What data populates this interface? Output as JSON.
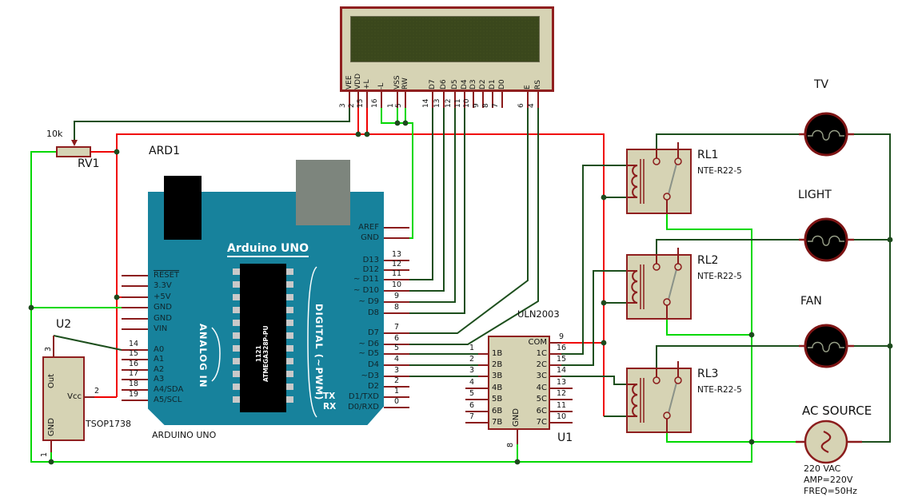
{
  "rv1": {
    "ref": "RV1",
    "value": "10k"
  },
  "lcd": {
    "pins": [
      {
        "n": "VEE",
        "num": "3"
      },
      {
        "n": "VDD",
        "num": "2"
      },
      {
        "n": "+L",
        "num": "15"
      },
      {
        "n": "-L",
        "num": "16"
      },
      {
        "n": "VSS",
        "num": "1"
      },
      {
        "n": "RW",
        "num": "5"
      },
      {
        "n": "D7",
        "num": "14"
      },
      {
        "n": "D6",
        "num": "13"
      },
      {
        "n": "D5",
        "num": "12"
      },
      {
        "n": "D4",
        "num": "11"
      },
      {
        "n": "D3",
        "num": "10"
      },
      {
        "n": "D2",
        "num": "9"
      },
      {
        "n": "D1",
        "num": "8"
      },
      {
        "n": "D0",
        "num": "7"
      },
      {
        "n": "E",
        "num": "6"
      },
      {
        "n": "RS",
        "num": "4"
      }
    ]
  },
  "arduino": {
    "ref": "ARD1",
    "title": "Arduino UNO",
    "footer": "ARDUINO UNO",
    "chip_line1": "1121",
    "chip_line2": "ATMEGA328P-PU",
    "analog": "ANALOG IN",
    "digital": "DIGITAL (~PWM)",
    "tx": "TX",
    "rx": "RX",
    "left_pins": [
      {
        "n": "RESET"
      },
      {
        "n": "3.3V"
      },
      {
        "n": "+5V"
      },
      {
        "n": "GND"
      },
      {
        "n": "GND"
      },
      {
        "n": "VIN"
      },
      {
        "n": "A0",
        "num": "14"
      },
      {
        "n": "A1",
        "num": "15"
      },
      {
        "n": "A2",
        "num": "16"
      },
      {
        "n": "A3",
        "num": "17"
      },
      {
        "n": "A4/SDA",
        "num": "18"
      },
      {
        "n": "A5/SCL",
        "num": "19"
      }
    ],
    "right_pins": [
      {
        "n": "AREF"
      },
      {
        "n": "GND"
      },
      {
        "n": "D13",
        "num": "13"
      },
      {
        "n": "D12",
        "num": "12"
      },
      {
        "n": "~ D11",
        "num": "11"
      },
      {
        "n": "~ D10",
        "num": "10"
      },
      {
        "n": "~ D9",
        "num": "9"
      },
      {
        "n": "D8",
        "num": "8"
      },
      {
        "n": "D7",
        "num": "7"
      },
      {
        "n": "~ D6",
        "num": "6"
      },
      {
        "n": "~ D5",
        "num": "5"
      },
      {
        "n": "D4",
        "num": "4"
      },
      {
        "n": "~D3",
        "num": "3"
      },
      {
        "n": "D2",
        "num": "2"
      },
      {
        "n": "D1/TXD",
        "num": "1"
      },
      {
        "n": "D0/RXD",
        "num": "0"
      }
    ]
  },
  "uln": {
    "ref": "U1",
    "part": "ULN2003",
    "left": [
      {
        "n": "1B",
        "num": "1"
      },
      {
        "n": "2B",
        "num": "2"
      },
      {
        "n": "3B",
        "num": "3"
      },
      {
        "n": "4B",
        "num": "4"
      },
      {
        "n": "5B",
        "num": "5"
      },
      {
        "n": "6B",
        "num": "6"
      },
      {
        "n": "7B",
        "num": "7"
      }
    ],
    "right": [
      {
        "n": "COM",
        "num": "9"
      },
      {
        "n": "1C",
        "num": "16"
      },
      {
        "n": "2C",
        "num": "15"
      },
      {
        "n": "3C",
        "num": "14"
      },
      {
        "n": "4C",
        "num": "13"
      },
      {
        "n": "5C",
        "num": "12"
      },
      {
        "n": "6C",
        "num": "11"
      },
      {
        "n": "7C",
        "num": "10"
      }
    ],
    "gnd": {
      "n": "GND",
      "num": "8"
    }
  },
  "tsop": {
    "ref": "U2",
    "part": "TSOP1738",
    "out": {
      "n": "Out",
      "num": "3"
    },
    "vcc": {
      "n": "Vcc",
      "num": "2"
    },
    "gnd": {
      "n": "GND",
      "num": "1"
    }
  },
  "relays": [
    {
      "ref": "RL1",
      "part": "NTE-R22-5"
    },
    {
      "ref": "RL2",
      "part": "NTE-R22-5"
    },
    {
      "ref": "RL3",
      "part": "NTE-R22-5"
    }
  ],
  "loads": [
    {
      "label": "TV"
    },
    {
      "label": "LIGHT"
    },
    {
      "label": "FAN"
    }
  ],
  "ac": {
    "label": "AC SOURCE",
    "specs": [
      "220 VAC",
      "AMP=220V",
      "FREQ=50Hz"
    ]
  },
  "colors": {
    "wire_green": "#00d800",
    "wire_dark": "#1d4f1d",
    "wire_red": "#f00000",
    "stub": "#8b1c1c",
    "body_fill": "#d6d3b4",
    "body_border": "#8f1f1f",
    "board": "#17829c",
    "screen": "#3a471c",
    "lamp_border": "#7d1414"
  }
}
